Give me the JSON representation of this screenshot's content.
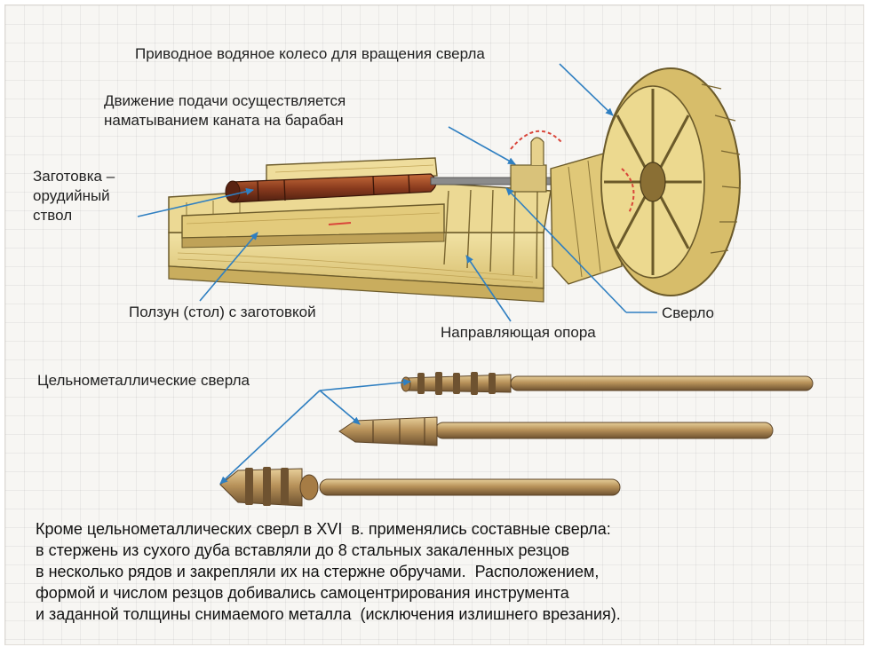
{
  "labels": {
    "water_wheel": "Приводное водяное колесо для вращения сверла",
    "feed_motion": "Движение подачи осуществляется\nнаматыванием каната на барабан",
    "workpiece": "Заготовка –\nорудийный\nствол",
    "slider": "Ползун (стол) с заготовкой",
    "drill": "Сверло",
    "guide": "Направляющая опора",
    "solid_drills": "Цельнометаллические сверла"
  },
  "caption": "Кроме цельнометаллических сверл в XVI  в. применялись составные сверла:\nв стержень из сухого дуба вставляли до 8 стальных закаленных резцов\nв несколько рядов и закрепляли их на стержне обручами.  Расположением,\nформой и числом резцов добивались самоцентрирования инструмента\nи заданной толщины снимаемого металла  (исключения излишнего врезания).",
  "colors": {
    "wood": "#e8d58a",
    "wood_dark": "#b89a4a",
    "outline": "#6b5a2a",
    "barrel": "#8a3b1e",
    "metal": "#b08a55",
    "pointer": "#2f7fc1",
    "arrow_red": "#d9453a"
  }
}
